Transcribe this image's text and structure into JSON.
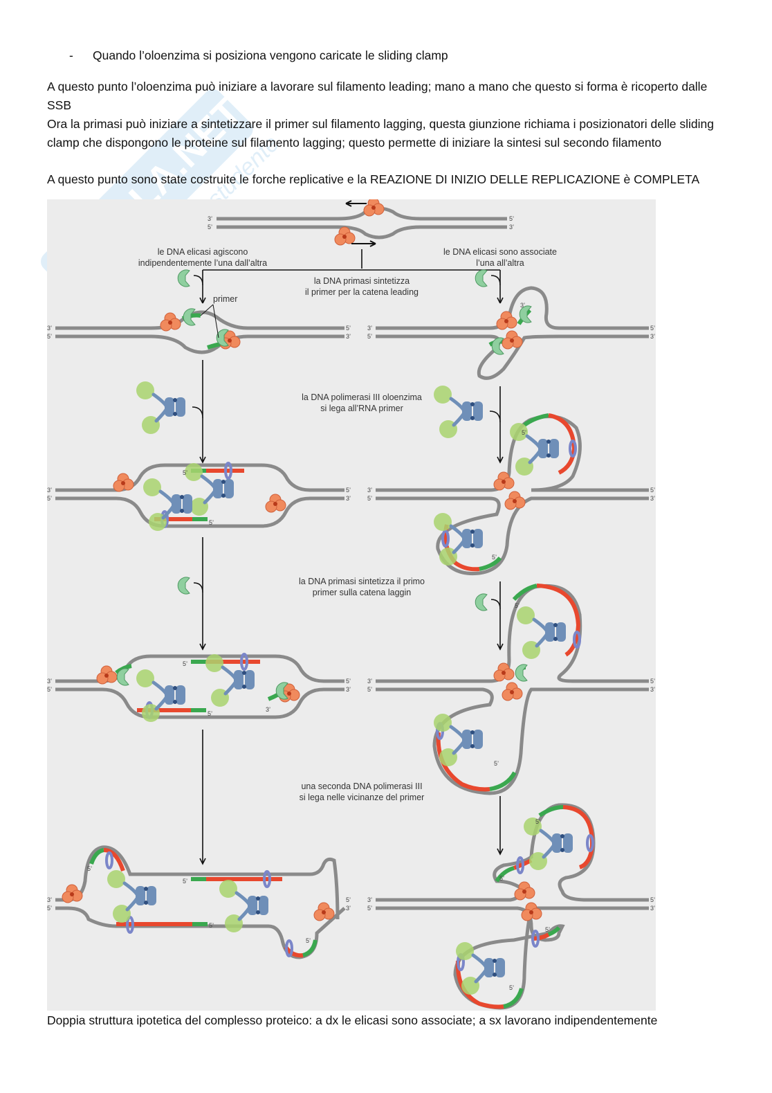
{
  "text": {
    "bullet": "Quando l’oloenzima si posiziona vengono caricate le sliding clamp",
    "p1": "A questo punto l’oloenzima può iniziare a lavorare sul filamento leading; mano a mano che questo si forma è ricoperto dalle SSB",
    "p2": "Ora la primasi può iniziare a sintetizzare il primer sul filamento lagging, questa giunzione richiama i posizionatori delle sliding clamp che dispongono le proteine sul filamento lagging; questo permette di iniziare la sintesi sul secondo filamento",
    "p3": "A questo punto sono state costruite le forche replicative e la REAZIONE DI INIZIO DELLE REPLICAZIONE è COMPLETA",
    "caption": "Doppia struttura ipotetica del complesso proteico: a dx le elicasi sono associate; a sx lavorano indipendentemente"
  },
  "watermark": {
    "brand": "SKUOLA.NET",
    "tagline": "il paradiso dello studente"
  },
  "figure": {
    "left_title_1": "le DNA elicasi agiscono",
    "left_title_2": "indipendentemente l’una dall’altra",
    "right_title_1": "le DNA elicasi sono associate",
    "right_title_2": "l’una all’altra",
    "step1_1": "la DNA primasi sintetizza",
    "step1_2": "il primer per la catena leading",
    "step2_1": "la DNA polimerasi III oloenzima",
    "step2_2": "si lega all’RNA primer",
    "step3_1": "la DNA primasi sintetizza il primo",
    "step3_2": "primer sulla catena laggin",
    "step4_1": "una seconda DNA polimerasi III",
    "step4_2": "si lega nelle vicinanze del primer",
    "primer_label": "primer",
    "end3": "3’",
    "end5": "5’"
  },
  "colors": {
    "strand": "#8a8a8a",
    "helicase": "#f08a5d",
    "primase": "#8fcf9f",
    "polymerase": "#6f8fb8",
    "ssb": "#a9d46f",
    "rna": "#3aa84f",
    "dna_new": "#e8482e",
    "clamp": "#7b86c9",
    "bg": "#ececec"
  }
}
